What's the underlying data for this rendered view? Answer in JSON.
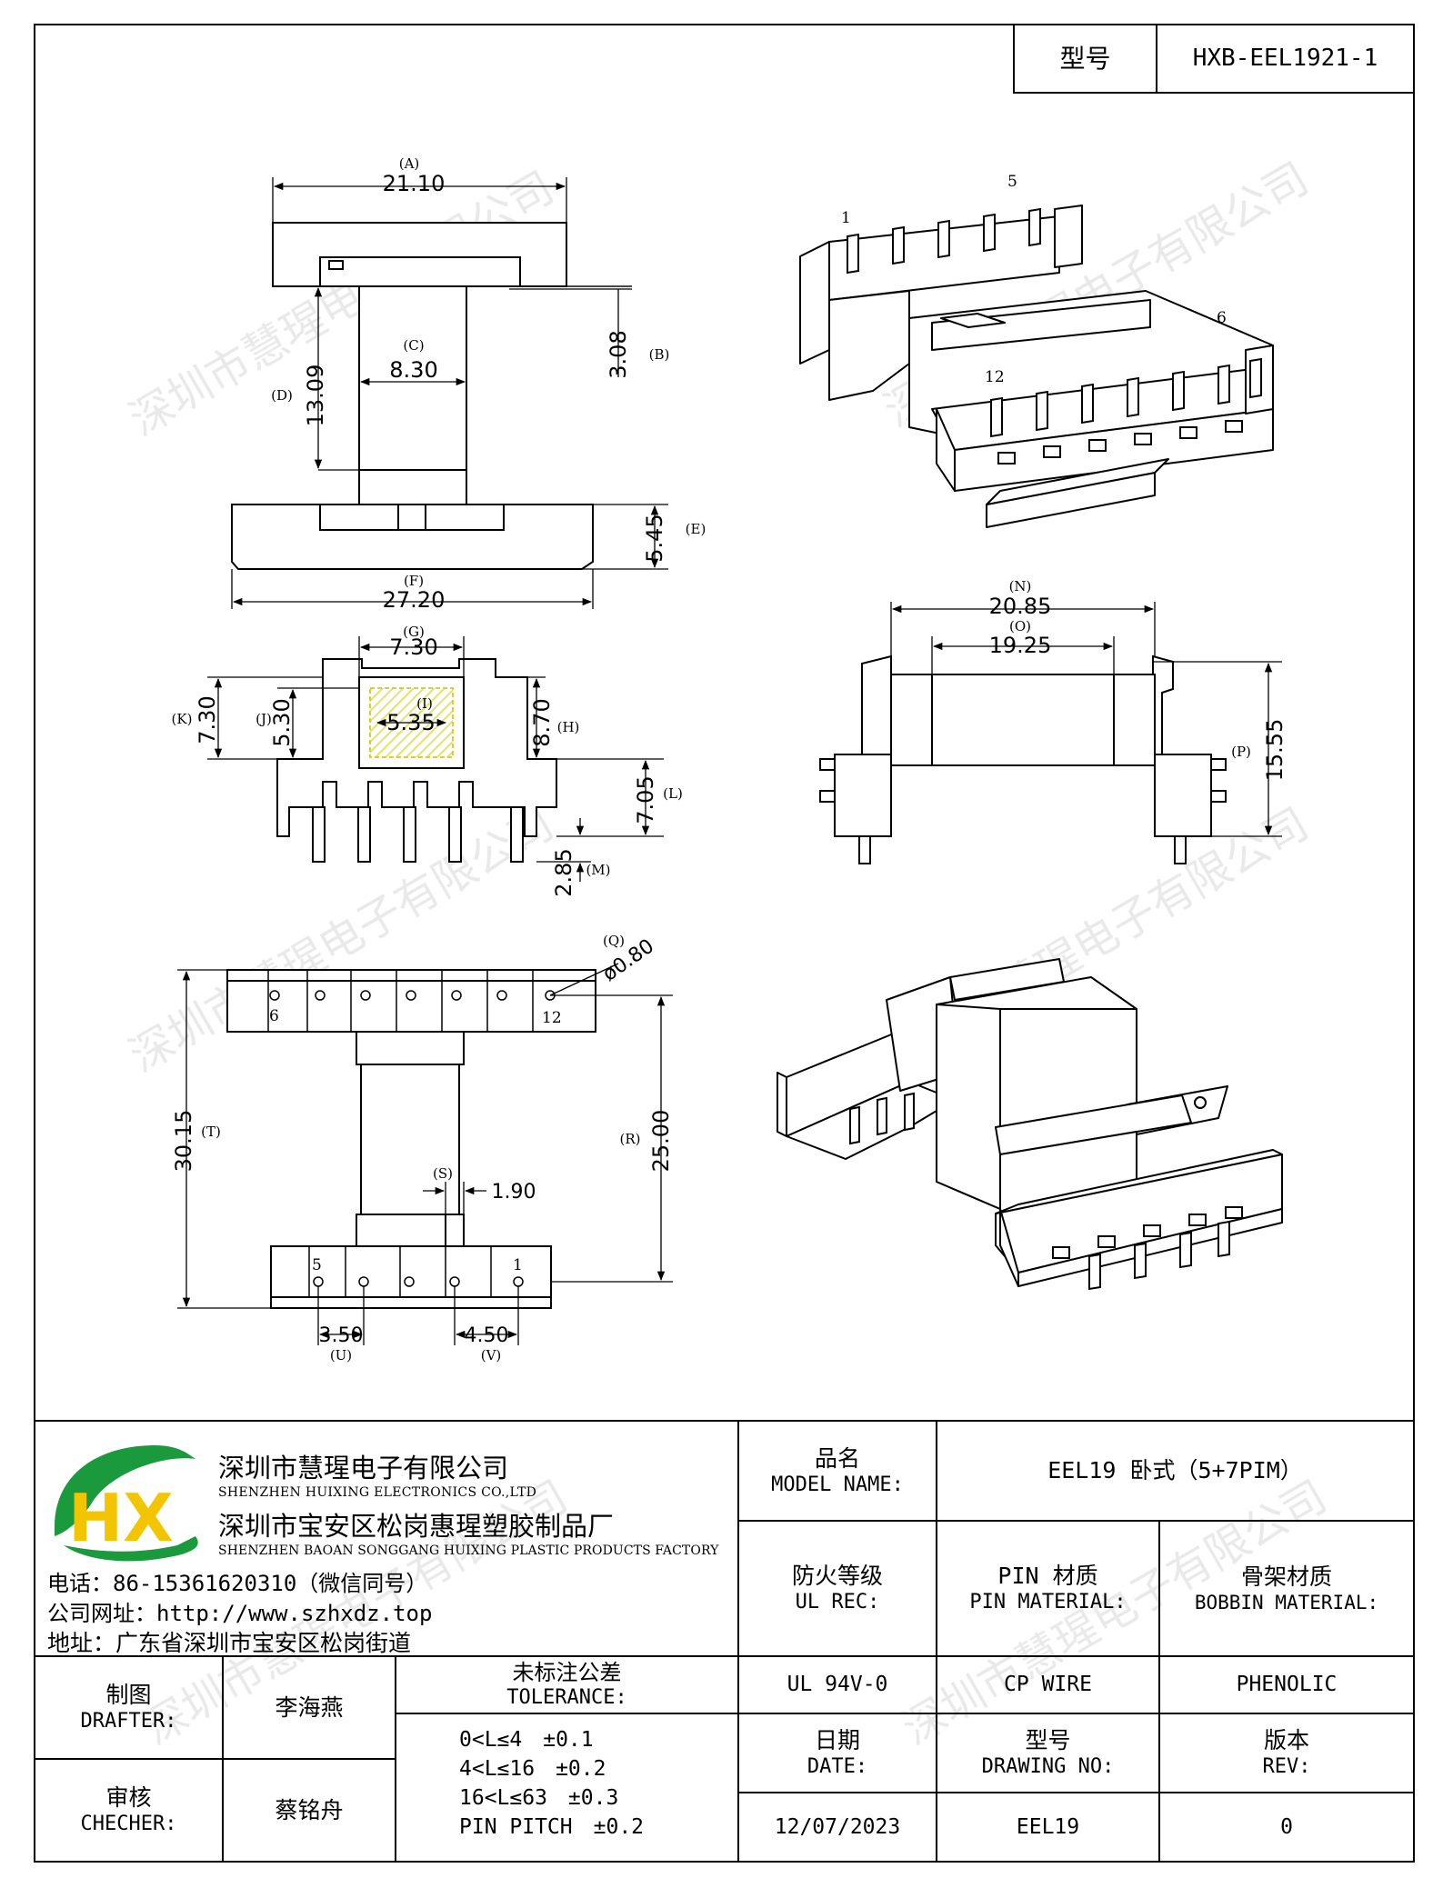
{
  "header": {
    "model_label": "型号",
    "model_value": "HXB-EEL1921-1"
  },
  "watermark": "深圳市慧瑆电子有限公司",
  "dims": {
    "A": {
      "letter": "(A)",
      "value": "21.10"
    },
    "B": {
      "letter": "(B)",
      "value": "3.08"
    },
    "C": {
      "letter": "(C)",
      "value": "8.30"
    },
    "D": {
      "letter": "(D)",
      "value": "13.09"
    },
    "E": {
      "letter": "(E)",
      "value": "5.45"
    },
    "F": {
      "letter": "(F)",
      "value": "27.20"
    },
    "G": {
      "letter": "(G)",
      "value": "7.30"
    },
    "H": {
      "letter": "(H)",
      "value": "8.70"
    },
    "I": {
      "letter": "(I)",
      "value": "5.35"
    },
    "J": {
      "letter": "(J)",
      "value": "5.30"
    },
    "K": {
      "letter": "(K)",
      "value": "7.30"
    },
    "L": {
      "letter": "(L)",
      "value": "7.05"
    },
    "M": {
      "letter": "(M)",
      "value": "2.85"
    },
    "N": {
      "letter": "(N)",
      "value": "20.85"
    },
    "O": {
      "letter": "(O)",
      "value": "19.25"
    },
    "P": {
      "letter": "(P)",
      "value": "15.55"
    },
    "Q": {
      "letter": "(Q)",
      "value": "ø0.80"
    },
    "R": {
      "letter": "(R)",
      "value": "25.00"
    },
    "S": {
      "letter": "(S)",
      "value": "1.90"
    },
    "T": {
      "letter": "(T)",
      "value": "30.15"
    },
    "U": {
      "letter": "(U)",
      "value": "3.50"
    },
    "V": {
      "letter": "(V)",
      "value": "4.50"
    }
  },
  "pin_numbers": {
    "p1": "1",
    "p5": "5",
    "p6": "6",
    "p12": "12"
  },
  "company": {
    "name_cn_1": "深圳市慧瑆电子有限公司",
    "name_en_1": "SHENZHEN HUIXING ELECTRONICS CO.,LTD",
    "name_cn_2": "深圳市宝安区松岗惠瑆塑胶制品厂",
    "name_en_2": "SHENZHEN BAOAN SONGGANG HUIXING PLASTIC PRODUCTS FACTORY",
    "phone": "电话：86-15361620310（微信同号）",
    "website": "公司网址：http://www.szhxdz.top",
    "address": "地址：广东省深圳市宝安区松岗街道",
    "logo_letters": "HX",
    "colors": {
      "logo_green": "#1a9a3c",
      "logo_yellow": "#f2c500",
      "logo_blue": "#1f6fb5"
    }
  },
  "title_block": {
    "model_name_label_cn": "品名",
    "model_name_label_en": "MODEL NAME:",
    "model_name_value": "EEL19 卧式（5+7PIM）",
    "ul_label_cn": "防火等级",
    "ul_label_en": "UL REC:",
    "pin_mat_label_cn": "PIN 材质",
    "pin_mat_label_en": "PIN MATERIAL:",
    "bobbin_label_cn": "骨架材质",
    "bobbin_label_en": "BOBBIN MATERIAL:",
    "ul_value": "UL 94V-0",
    "pin_value": "CP WIRE",
    "bobbin_value": "PHENOLIC",
    "date_label_cn": "日期",
    "date_label_en": "DATE:",
    "drawing_no_label_cn": "型号",
    "drawing_no_label_en": "DRAWING NO:",
    "rev_label_cn": "版本",
    "rev_label_en": "REV:",
    "date_value": "12/07/2023",
    "drawing_no_value": "EEL19",
    "rev_value": "0",
    "drafter_label_cn": "制图",
    "drafter_label_en": "DRAFTER:",
    "drafter_value": "李海燕",
    "checker_label_cn": "审核",
    "checker_label_en": "CHECHER:",
    "checker_value": "蔡铭舟",
    "tolerance_label_cn": "未标注公差",
    "tolerance_label_en": "TOLERANCE:",
    "tolerance_lines": [
      "0<L≤4　±0.1",
      "4<L≤16　±0.2",
      "16<L≤63　±0.3",
      "PIN PITCH　±0.2"
    ]
  }
}
